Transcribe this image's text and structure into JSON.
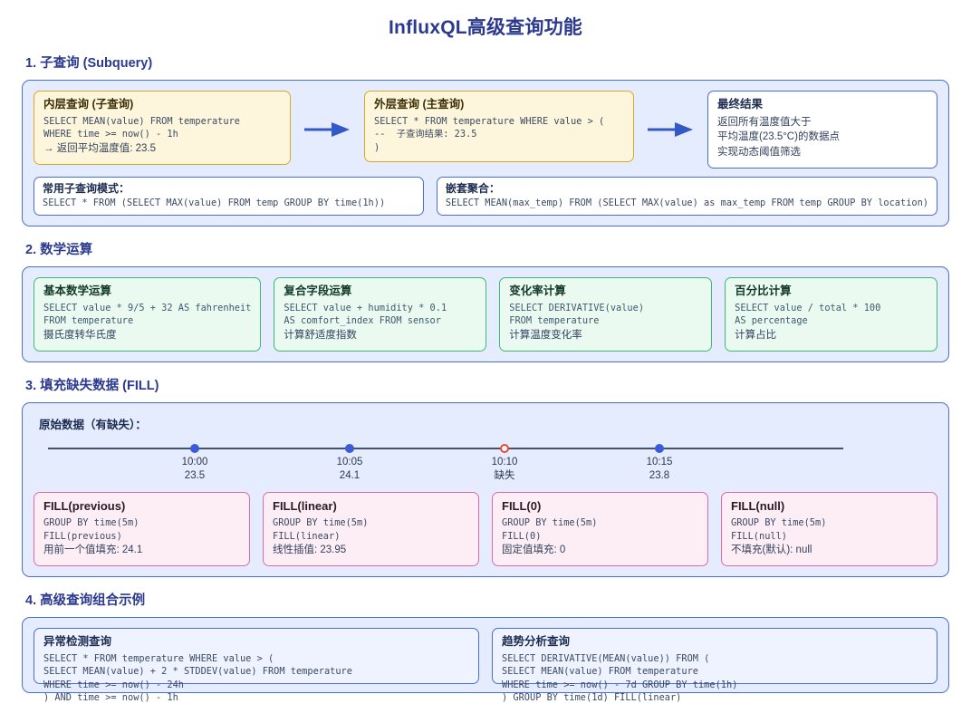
{
  "title": "InfluxQL高级查询功能",
  "colors": {
    "accent": "#2b3a8f",
    "panel_bg": "#e4ecfd",
    "panel_border": "#4a6fd4",
    "yellow_bg": "#fdf6dc",
    "yellow_border": "#d8a828",
    "green_bg": "#eafaf1",
    "green_border": "#3fb878",
    "pink_bg": "#fdeef5",
    "pink_border": "#e06aa8",
    "arrow": "#3359c6",
    "dot": "#3b5bdb",
    "missing_dot": "#e8453c"
  },
  "sections": {
    "subquery": {
      "heading": "1. 子查询 (Subquery)",
      "inner": {
        "title": "内层查询 (子查询)",
        "code": "SELECT MEAN(value) FROM temperature\nWHERE time >= now() - 1h",
        "note": "→ 返回平均温度值: 23.5"
      },
      "outer": {
        "title": "外层查询 (主查询)",
        "code": "SELECT * FROM temperature WHERE value > (\n--  子查询结果: 23.5\n)"
      },
      "final": {
        "title": "最终结果",
        "note": "返回所有温度值大于\n平均温度(23.5°C)的数据点\n实现动态阈值筛选"
      },
      "patterns": [
        {
          "title": "常用子查询模式：",
          "code": "SELECT * FROM (SELECT MAX(value) FROM temp GROUP BY time(1h))"
        },
        {
          "title": "嵌套聚合：",
          "code": "SELECT MEAN(max_temp) FROM (SELECT MAX(value) as max_temp FROM temp GROUP BY location)"
        }
      ]
    },
    "math": {
      "heading": "2. 数学运算",
      "cards": [
        {
          "title": "基本数学运算",
          "code": "SELECT value * 9/5 + 32 AS fahrenheit\nFROM temperature",
          "note": "摄氏度转华氏度"
        },
        {
          "title": "复合字段运算",
          "code": "SELECT value + humidity * 0.1\nAS comfort_index FROM sensor",
          "note": "计算舒适度指数"
        },
        {
          "title": "变化率计算",
          "code": "SELECT DERIVATIVE(value)\nFROM temperature",
          "note": "计算温度变化率"
        },
        {
          "title": "百分比计算",
          "code": "SELECT value / total * 100\nAS percentage",
          "note": "计算占比"
        }
      ]
    },
    "fill": {
      "heading": "3. 填充缺失数据 (FILL)",
      "raw_label": "原始数据（有缺失）：",
      "timeline": [
        {
          "time": "10:00",
          "value": "23.5",
          "missing": false
        },
        {
          "time": "10:05",
          "value": "24.1",
          "missing": false
        },
        {
          "time": "10:10",
          "value": "缺失",
          "missing": true
        },
        {
          "time": "10:15",
          "value": "23.8",
          "missing": false
        }
      ],
      "cards": [
        {
          "title": "FILL(previous)",
          "code": "GROUP BY time(5m)\nFILL(previous)",
          "note": "用前一个值填充: 24.1"
        },
        {
          "title": "FILL(linear)",
          "code": "GROUP BY time(5m)\nFILL(linear)",
          "note": "线性插值: 23.95"
        },
        {
          "title": "FILL(0)",
          "code": "GROUP BY time(5m)\nFILL(0)",
          "note": "固定值填充: 0"
        },
        {
          "title": "FILL(null)",
          "code": "GROUP BY time(5m)\nFILL(null)",
          "note": "不填充(默认): null"
        }
      ]
    },
    "advanced": {
      "heading": "4. 高级查询组合示例",
      "cards": [
        {
          "title": "异常检测查询",
          "code": "SELECT * FROM temperature WHERE value > (\nSELECT MEAN(value) + 2 * STDDEV(value) FROM temperature\nWHERE time >= now() - 24h\n) AND time >= now() - 1h"
        },
        {
          "title": "趋势分析查询",
          "code": "SELECT DERIVATIVE(MEAN(value)) FROM (\nSELECT MEAN(value) FROM temperature\nWHERE time >= now() - 7d GROUP BY time(1h)\n) GROUP BY time(1d) FILL(linear)"
        }
      ]
    }
  }
}
